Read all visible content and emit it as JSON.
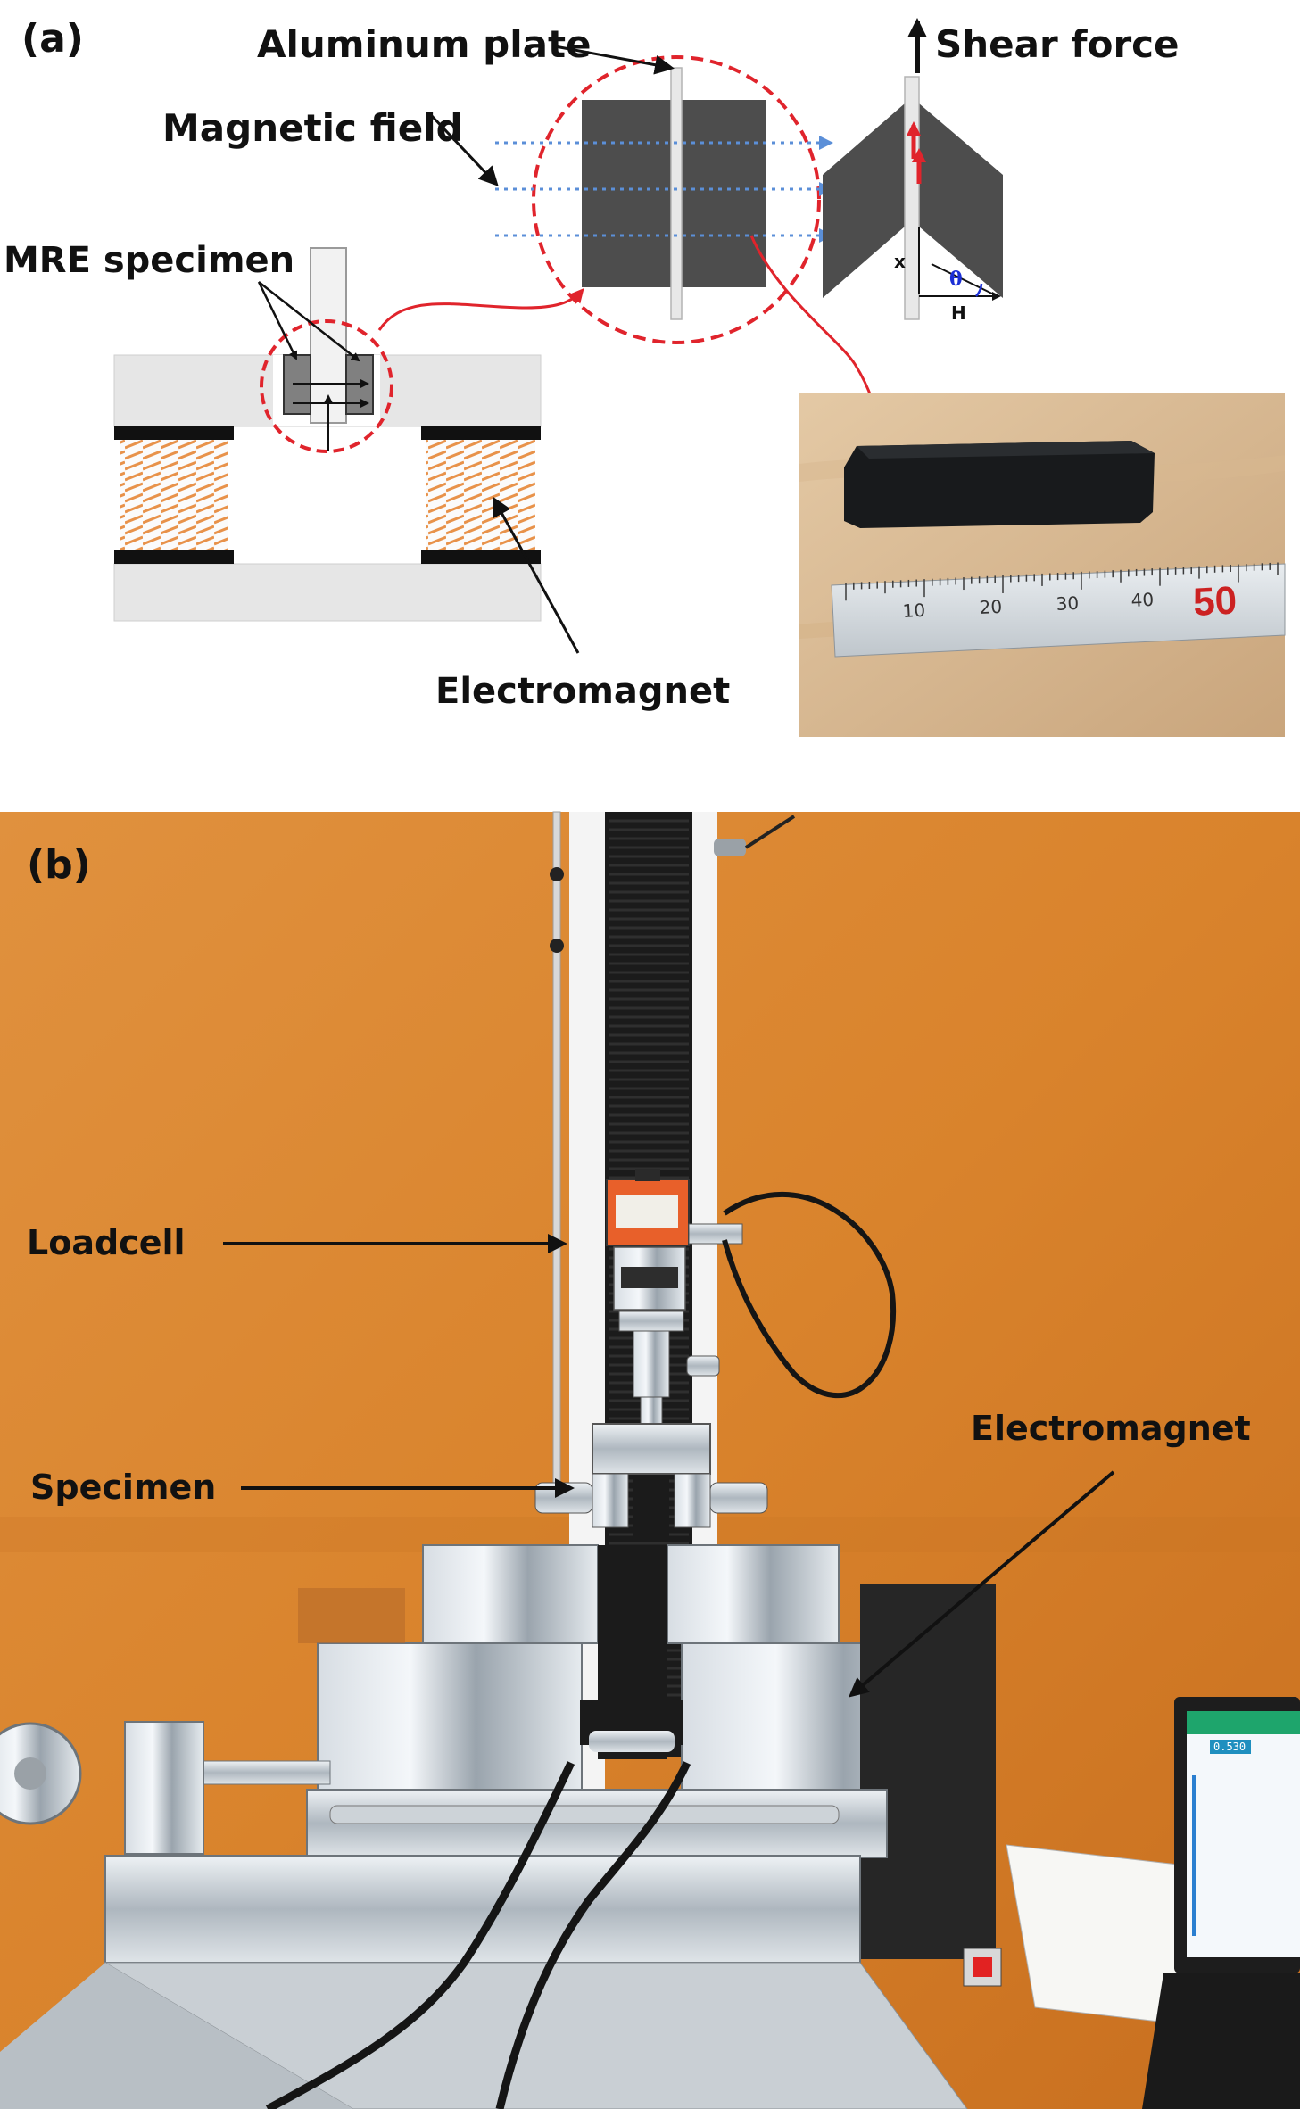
{
  "panel_a": {
    "label": "(a)",
    "aluminum_plate": "Aluminum plate",
    "shear_force": "Shear force",
    "magnetic_field": "Magnetic field",
    "mre_specimen": "MRE specimen",
    "electromagnet": "Electromagnet",
    "x_label": "x",
    "h_label": "H",
    "theta_label": "θ",
    "ruler_labels": [
      "10",
      "20",
      "30",
      "40"
    ],
    "ruler_mark": "50"
  },
  "panel_b": {
    "label": "(b)",
    "loadcell": "Loadcell",
    "specimen": "Specimen",
    "electromagnet": "Electromagnet",
    "screen_value": "0.530"
  },
  "colors": {
    "field_arrow": "#5b8fd8",
    "circle": "#e0242c",
    "coil": "#e8924a",
    "orange_wall": "#df8a36"
  }
}
